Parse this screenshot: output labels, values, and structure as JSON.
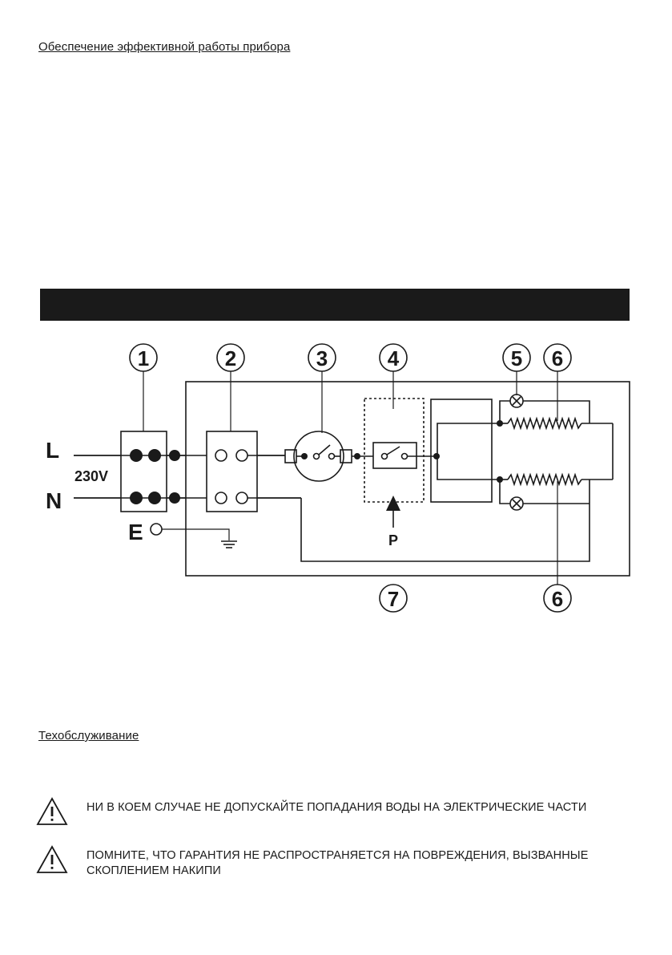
{
  "sections": {
    "efficiency_heading": "Обеспечение эффективной работы прибора",
    "maintenance_heading": "Техобслуживание"
  },
  "diagram": {
    "numbers": [
      "1",
      "2",
      "3",
      "4",
      "5",
      "6",
      "7",
      "6"
    ],
    "terminal_L": "L",
    "terminal_N": "N",
    "terminal_E": "E",
    "voltage": "230V",
    "pointer_label": "P"
  },
  "warnings": [
    {
      "icon": "warning-triangle-icon",
      "text": "НИ В КОЕМ СЛУЧАЕ НЕ ДОПУСКАЙТЕ ПОПАДАНИЯ ВОДЫ НА ЭЛЕКТРИЧЕСКИЕ ЧАСТИ"
    },
    {
      "icon": "warning-triangle-icon",
      "text": "ПОМНИТЕ, ЧТО ГАРАНТИЯ НЕ РАСПРОСТРАНЯЕТСЯ НА ПОВРЕЖДЕНИЯ, ВЫЗВАННЫЕ СКОПЛЕНИЕМ НАКИПИ"
    }
  ]
}
